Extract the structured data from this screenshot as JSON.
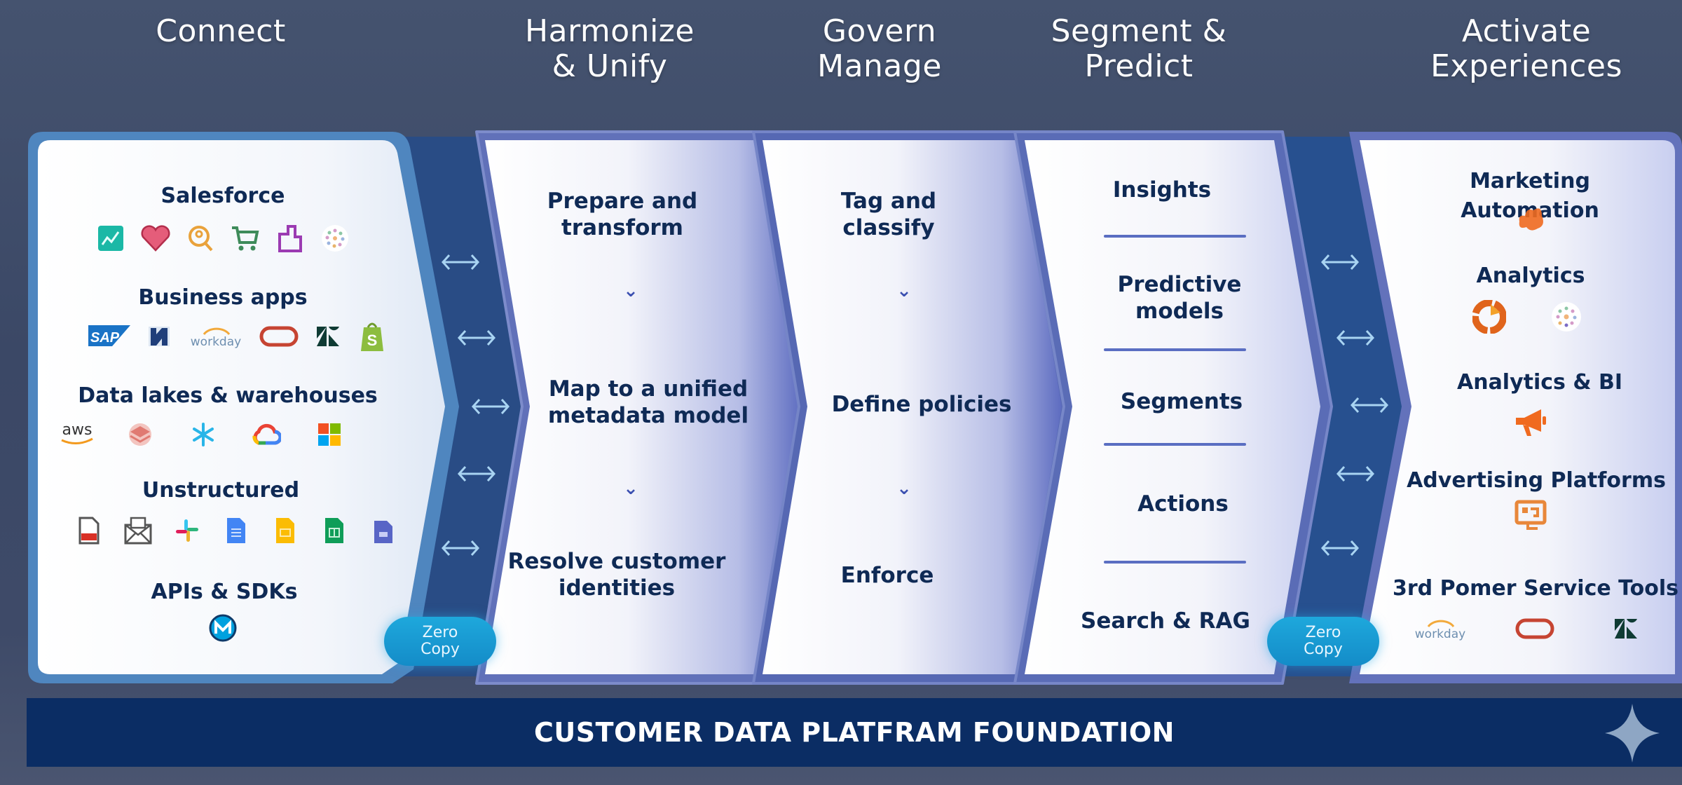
{
  "stages": [
    {
      "title_line1": "Connect",
      "title_line2": ""
    },
    {
      "title_line1": "Harmonize",
      "title_line2": "& Unify"
    },
    {
      "title_line1": "Govern",
      "title_line2": "Manage"
    },
    {
      "title_line1": "Segment &",
      "title_line2": "Predict"
    },
    {
      "title_line1": "Activate",
      "title_line2": "Experiences"
    }
  ],
  "connect": {
    "sections": [
      {
        "label": "Salesforce",
        "icons": [
          "sales-analytics-icon",
          "heart-icon",
          "search-person-icon",
          "shopping-cart-icon",
          "building-blocks-icon",
          "dots-circle-icon"
        ]
      },
      {
        "label": "Business apps",
        "icons": [
          "sap-logo",
          "netsuite-logo",
          "workday-logo",
          "oracle-logo",
          "zendesk-logo",
          "shopify-logo"
        ]
      },
      {
        "label": "Data lakes & warehouses",
        "icons": [
          "aws-logo",
          "databricks-logo",
          "snowflake-logo",
          "google-cloud-logo",
          "microsoft-logo"
        ]
      },
      {
        "label": "Unstructured",
        "icons": [
          "pdf-file-icon",
          "email-icon",
          "slack-logo",
          "google-docs-icon",
          "google-slides-icon",
          "google-sheets-icon",
          "forms-file-icon"
        ]
      },
      {
        "label": "APIs & SDKs",
        "icons": [
          "mulesoft-logo"
        ]
      }
    ],
    "logo_text": {
      "sap": "SAP",
      "aws": "aws",
      "workday": "workday"
    }
  },
  "harmonize": {
    "steps": [
      "Prepare and",
      "transform",
      "Map to a unified",
      "metadata model",
      "Resolve customer",
      "identities"
    ]
  },
  "govern": {
    "steps": [
      "Tag and",
      "classify",
      "Define policies",
      "Enforce"
    ]
  },
  "segment": {
    "items": [
      "Insights",
      "Predictive",
      "models",
      "Segments",
      "Actions",
      "Search & RAG"
    ]
  },
  "activate": {
    "sections": [
      {
        "label_line1": "Marketing",
        "label_line2": "Automation",
        "icons": [
          "marketing-automation-icon"
        ]
      },
      {
        "label_line1": "Analytics",
        "label_line2": "",
        "icons": [
          "analytics-pie-icon",
          "dots-circle-icon"
        ]
      },
      {
        "label_line1": "Analytics & BI",
        "label_line2": "",
        "icons": [
          "megaphone-icon"
        ]
      },
      {
        "label_line1": "Advertising Platforms",
        "label_line2": "",
        "icons": [
          "ad-monitor-icon"
        ]
      },
      {
        "label_line1": "3rd Pomer Service Tools",
        "label_line2": "",
        "icons": [
          "workday-logo",
          "oracle-logo",
          "zendesk-logo"
        ]
      }
    ]
  },
  "zero_copy": {
    "line1": "Zero",
    "line2": "Copy"
  },
  "foundation": {
    "label": "CUSTOMER DATA PLATFRAM FOUNDATION"
  },
  "colors": {
    "background": "#3e4a68",
    "foundation_bar": "#0b2d64",
    "text_dark": "#0f2a55",
    "zero_copy": "#1ea8dc",
    "connect_frame": "#4f86bf",
    "panel_frame": "#5c6cb6"
  }
}
